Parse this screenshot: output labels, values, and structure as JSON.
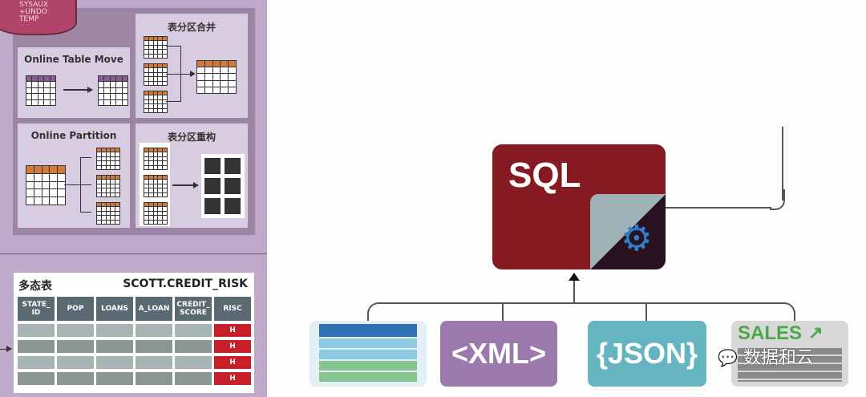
{
  "left_panel": {
    "db_label": [
      "SYSAUX",
      "+UNDO",
      "TEMP"
    ],
    "cells": {
      "online_table_move": "Online Table Move",
      "partition_merge": "表分区合并",
      "online_partition": "Online  Partition",
      "partition_restructure": "表分区重构"
    }
  },
  "polymorphic_table": {
    "title": "多态表",
    "table_name": "SCOTT.CREDIT_RISK",
    "columns": [
      "STATE_ ID",
      "POP",
      "LOANS",
      "A_LOAN",
      "CREDIT_ SCORE",
      "RISC"
    ],
    "risk_values": [
      "H",
      "H",
      "H",
      "H"
    ],
    "colors": {
      "header": "#5a6a72",
      "row_light": "#a6b4b4",
      "row_dark": "#8a9692",
      "risk": "#c8202a"
    }
  },
  "sql_engine": {
    "label": "SQL",
    "color": "#861a22",
    "gear_color": "#2d7fcf"
  },
  "data_sources": [
    {
      "name": "relational-table",
      "label": ""
    },
    {
      "name": "xml",
      "label": "<XML>",
      "color": "#9b79ad"
    },
    {
      "name": "json",
      "label": "{JSON}",
      "color": "#65b5c0"
    },
    {
      "name": "sales",
      "label": "SALES",
      "color": "#4aa84a"
    }
  ],
  "watermark": "数据和云"
}
